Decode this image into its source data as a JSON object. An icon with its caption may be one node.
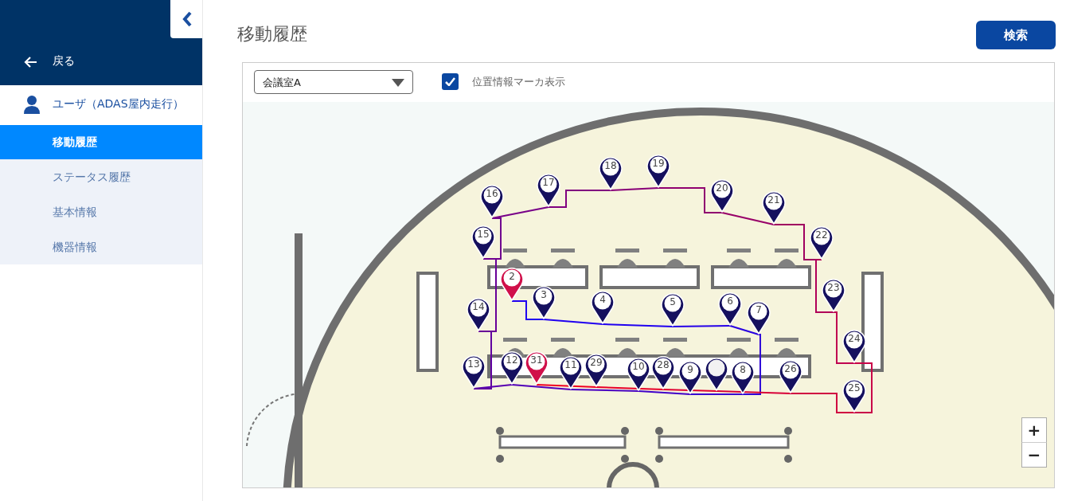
{
  "diagram": {
    "title": "移動履歴",
    "nodes": [
      {
        "text": [
          "2"
        ]
      },
      {
        "text": [
          "3"
        ]
      },
      {
        "text": [
          "4"
        ]
      },
      {
        "text": [
          "5"
        ]
      },
      {
        "text": [
          "6"
        ]
      },
      {
        "text": [
          "7"
        ]
      },
      {
        "text": [
          "8"
        ]
      },
      {
        "text": [
          "9"
        ]
      },
      {
        "text": [
          "10"
        ]
      },
      {
        "text": [
          "11"
        ]
      },
      {
        "text": [
          "12"
        ]
      },
      {
        "text": [
          "13"
        ]
      },
      {
        "text": [
          "14"
        ]
      },
      {
        "text": [
          "15"
        ]
      },
      {
        "text": [
          "16"
        ]
      },
      {
        "text": [
          "17"
        ]
      },
      {
        "text": [
          "18"
        ]
      },
      {
        "text": [
          "19"
        ]
      },
      {
        "text": [
          "20"
        ]
      },
      {
        "text": [
          "21"
        ]
      },
      {
        "text": [
          "22"
        ]
      },
      {
        "text": [
          "23"
        ]
      },
      {
        "text": [
          "24"
        ]
      },
      {
        "text": [
          "25"
        ]
      },
      {
        "text": [
          "26"
        ]
      },
      {
        "text": [],
        "shape": "marker"
      },
      {
        "text": [
          "28"
        ]
      },
      {
        "text": [
          "29"
        ]
      },
      {
        "text": [
          "31"
        ]
      }
    ],
    "edges": [
      {
        "from": 0,
        "to": 1,
        "arrow": "none",
        "color": "#2000f0"
      },
      {
        "from": 1,
        "to": 2,
        "arrow": "none",
        "color": "#2000f0"
      },
      {
        "from": 2,
        "to": 3,
        "arrow": "none",
        "color": "#2000f0"
      },
      {
        "from": 3,
        "to": 4,
        "arrow": "none",
        "color": "#2500e8"
      },
      {
        "from": 4,
        "to": 5,
        "arrow": "none",
        "color": "#2800e0"
      },
      {
        "from": 5,
        "to": 6,
        "arrow": "none",
        "color": "#3000d8"
      },
      {
        "from": 6,
        "to": 7,
        "arrow": "none",
        "color": "#3800d0"
      },
      {
        "from": 7,
        "to": 8,
        "arrow": "none",
        "color": "#4000c8"
      },
      {
        "from": 8,
        "to": 9,
        "arrow": "none",
        "color": "#4800c0"
      },
      {
        "from": 9,
        "to": 10,
        "arrow": "none",
        "color": "#5000b8"
      },
      {
        "from": 10,
        "to": 11,
        "arrow": "none",
        "color": "#5800b0"
      },
      {
        "from": 11,
        "to": 12,
        "arrow": "none",
        "color": "#6000a0"
      },
      {
        "from": 12,
        "to": 13,
        "arrow": "none",
        "color": "#680098"
      },
      {
        "from": 13,
        "to": 14,
        "arrow": "none",
        "color": "#700090"
      },
      {
        "from": 14,
        "to": 15,
        "arrow": "none",
        "color": "#780088"
      },
      {
        "from": 15,
        "to": 16,
        "arrow": "none",
        "color": "#800080"
      },
      {
        "from": 16,
        "to": 17,
        "arrow": "none",
        "color": "#880078"
      },
      {
        "from": 17,
        "to": 18,
        "arrow": "none",
        "color": "#900070"
      },
      {
        "from": 18,
        "to": 19,
        "arrow": "none",
        "color": "#980068"
      },
      {
        "from": 19,
        "to": 20,
        "arrow": "none",
        "color": "#a00060"
      },
      {
        "from": 20,
        "to": 21,
        "arrow": "none",
        "color": "#b00058"
      },
      {
        "from": 21,
        "to": 22,
        "arrow": "none",
        "color": "#c00050"
      },
      {
        "from": 22,
        "to": 23,
        "arrow": "none",
        "color": "#c80048"
      },
      {
        "from": 23,
        "to": 24,
        "arrow": "none",
        "color": "#d00040"
      },
      {
        "from": 24,
        "to": 25,
        "arrow": "none",
        "color": "#d80038"
      },
      {
        "from": 25,
        "to": 26,
        "arrow": "none",
        "color": "#e00030"
      },
      {
        "from": 26,
        "to": 27,
        "arrow": "none",
        "color": "#e80028"
      },
      {
        "from": 27,
        "to": 28,
        "arrow": "none",
        "color": "#f00020"
      }
    ],
    "labels": [
      "戻る",
      "ユーザ（ADAS屋内走行）",
      "移動履歴",
      "ステータス履歴",
      "基本情報",
      "機器情報",
      "検索",
      "会議室A",
      "位置情報マーカ表示",
      "+",
      "−"
    ]
  }
}
